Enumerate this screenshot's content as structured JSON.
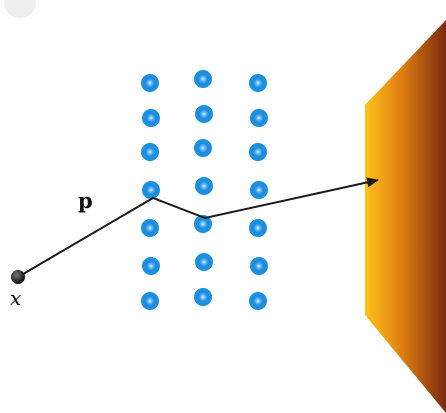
{
  "labels": {
    "momentum": "p",
    "source": "x"
  },
  "lattice": {
    "columns": 3,
    "rows": 7
  },
  "colors": {
    "atom_fill": "#1b8fe0",
    "atom_ring": "#8fd0ff",
    "path": "#1a1a1a",
    "screen_light": "#ffb000",
    "screen_dark": "#7a2a10",
    "source_dot": "#222222"
  }
}
